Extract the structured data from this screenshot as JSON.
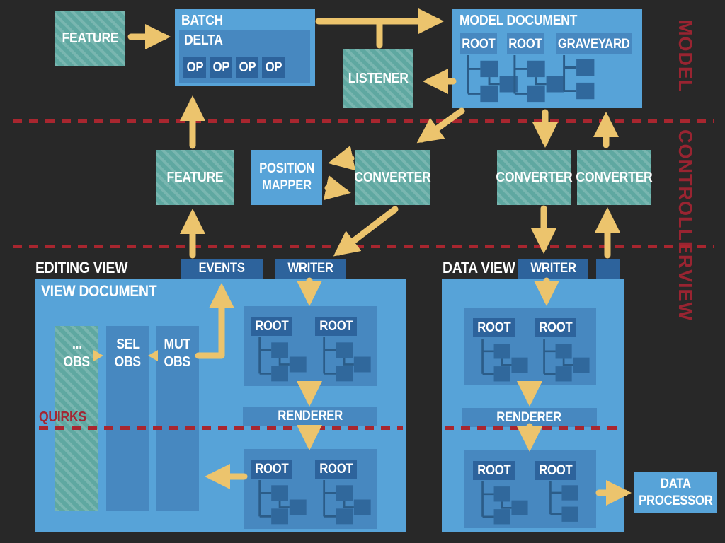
{
  "side": {
    "model": "MODEL",
    "controller": "CONTROLLER",
    "view": "VIEW"
  },
  "model": {
    "feature": "FEATURE",
    "batch": "BATCH",
    "delta": "DELTA",
    "ops": [
      "OP",
      "OP",
      "OP",
      "OP"
    ],
    "listener": "LISTENER",
    "model_document": "MODEL DOCUMENT",
    "roots": [
      "ROOT",
      "ROOT",
      "GRAVEYARD"
    ]
  },
  "controller": {
    "feature": "FEATURE",
    "position_mapper": "POSITION MAPPER",
    "converters": [
      "CONVERTER",
      "CONVERTER",
      "CONVERTER"
    ]
  },
  "editing_view": {
    "title": "EDITING VIEW",
    "document_title": "VIEW DOCUMENT",
    "events": "EVENTS",
    "writer": "WRITER",
    "observers": [
      {
        "line1": "...",
        "line2": "OBS"
      },
      {
        "line1": "SEL",
        "line2": "OBS"
      },
      {
        "line1": "MUT",
        "line2": "OBS"
      }
    ],
    "quirks": "QUIRKS",
    "renderer": "RENDERER",
    "roots_top": [
      "ROOT",
      "ROOT"
    ],
    "roots_bottom": [
      "ROOT",
      "ROOT"
    ]
  },
  "data_view": {
    "title": "DATA VIEW",
    "writer": "WRITER",
    "renderer": "RENDERER",
    "roots_top": [
      "ROOT",
      "ROOT"
    ],
    "roots_bottom": [
      "ROOT",
      "ROOT"
    ],
    "data_processor": "DATA PROCESSOR"
  },
  "colors": {
    "background": "#282828",
    "box_light_blue": "#57a3d8",
    "box_mid_blue": "#4788c0",
    "box_dark_blue": "#2d639c",
    "box_teal": "#5fa8a1",
    "arrow_yellow": "#ecc46d",
    "divider_red": "#a8262f",
    "label_red": "#992431"
  }
}
